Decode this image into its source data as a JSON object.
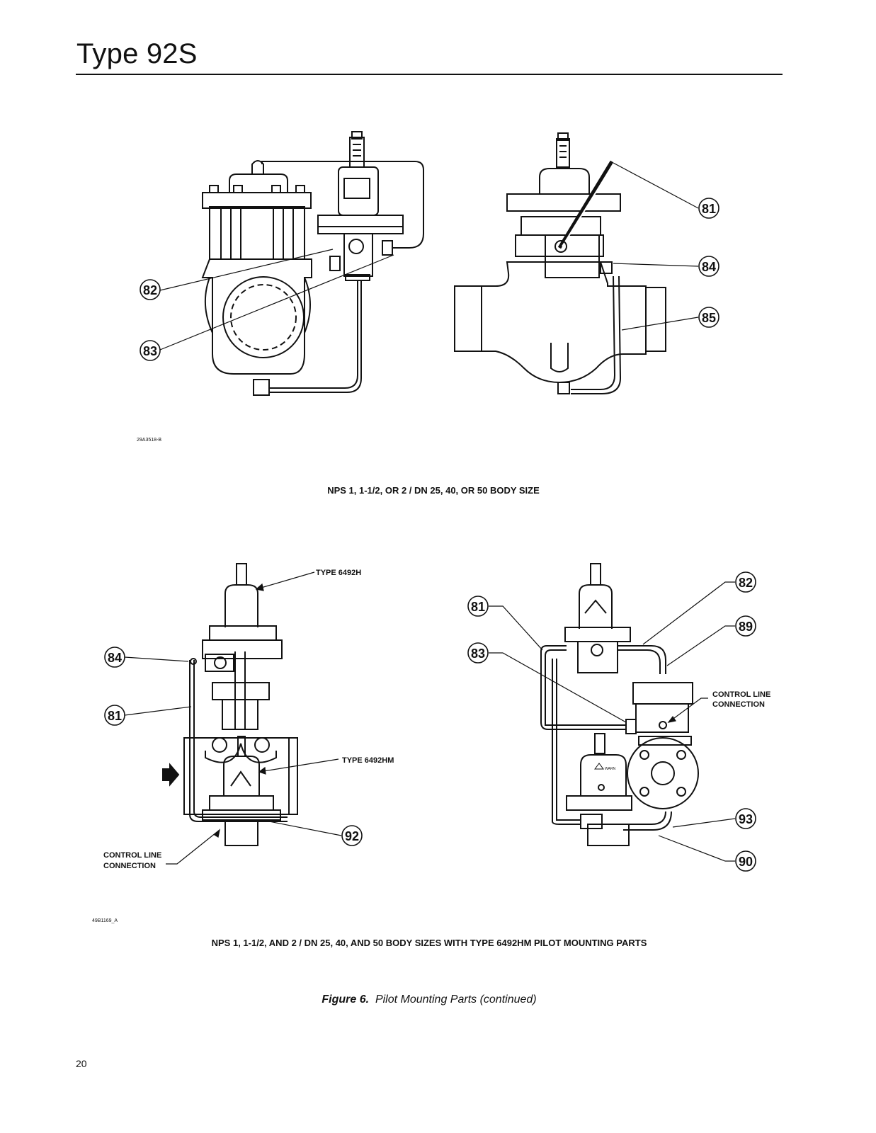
{
  "header": {
    "title": "Type 92S"
  },
  "figure_top": {
    "drawing_number": "29A3518-B",
    "caption": "NPS 1, 1-1/2, OR 2 / DN 25, 40, OR 50 BODY SIZE",
    "callouts": [
      "81",
      "84",
      "85",
      "82",
      "83"
    ]
  },
  "figure_bottom": {
    "drawing_number": "49B1169_A",
    "caption": "NPS 1, 1-1/2, AND 2 / DN 25, 40, AND 50 BODY SIZES WITH TYPE 6492HM PILOT MOUNTING PARTS",
    "label_type_6492h": "TYPE 6492H",
    "label_type_6492hm": "TYPE 6492HM",
    "label_control_line_left": [
      "CONTROL LINE",
      "CONNECTION"
    ],
    "label_control_line_right": [
      "CONTROL LINE",
      "CONNECTION"
    ],
    "warn_text": "WARN",
    "callouts_left": [
      "84",
      "81",
      "92"
    ],
    "callouts_right": [
      "81",
      "83",
      "82",
      "89",
      "93",
      "90"
    ]
  },
  "figure_caption": {
    "label": "Figure 6.",
    "text": "Pilot Mounting Parts (continued)"
  },
  "footer": {
    "page_number": "20"
  }
}
